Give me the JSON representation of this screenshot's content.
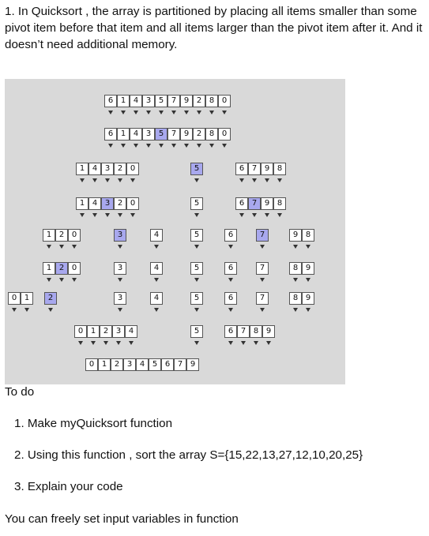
{
  "intro_text": "1. In Quicksort , the array is partitioned by placing all items smaller than some pivot item before that item and all items larger than the pivot item after it. And it doesn’t need additional memory.",
  "diagram": {
    "rows": [
      {
        "groups": [
          {
            "values": [
              "6",
              "1",
              "4",
              "3",
              "5",
              "7",
              "9",
              "2",
              "8",
              "0"
            ],
            "pivot": -1
          }
        ]
      },
      {
        "groups": [
          {
            "values": [
              "6",
              "1",
              "4",
              "3",
              "5",
              "7",
              "9",
              "2",
              "8",
              "0"
            ],
            "pivot": 4
          }
        ]
      },
      {
        "groups": [
          {
            "values": [
              "1",
              "4",
              "3",
              "2",
              "0"
            ],
            "pivot": -1
          },
          {
            "values": [
              "5"
            ],
            "pivot": 0
          },
          {
            "values": [
              "6",
              "7",
              "9",
              "8"
            ],
            "pivot": -1
          }
        ]
      },
      {
        "groups": [
          {
            "values": [
              "1",
              "4",
              "3",
              "2",
              "0"
            ],
            "pivot": 2
          },
          {
            "values": [
              "5"
            ],
            "pivot": -1
          },
          {
            "values": [
              "6",
              "7",
              "9",
              "8"
            ],
            "pivot": 1
          }
        ]
      },
      {
        "groups": [
          {
            "values": [
              "1",
              "2",
              "0"
            ],
            "pivot": -1
          },
          {
            "values": [
              "3"
            ],
            "pivot": 0
          },
          {
            "values": [
              "4"
            ],
            "pivot": -1
          },
          {
            "values": [
              "5"
            ],
            "pivot": -1
          },
          {
            "values": [
              "6"
            ],
            "pivot": -1
          },
          {
            "values": [
              "7"
            ],
            "pivot": 0
          },
          {
            "values": [
              "9",
              "8"
            ],
            "pivot": -1
          }
        ]
      },
      {
        "groups": [
          {
            "values": [
              "1",
              "2",
              "0"
            ],
            "pivot": 1
          },
          {
            "values": [
              "3"
            ],
            "pivot": -1
          },
          {
            "values": [
              "4"
            ],
            "pivot": -1
          },
          {
            "values": [
              "5"
            ],
            "pivot": -1
          },
          {
            "values": [
              "6"
            ],
            "pivot": -1
          },
          {
            "values": [
              "7"
            ],
            "pivot": -1
          },
          {
            "values": [
              "8",
              "9"
            ],
            "pivot": -1
          }
        ]
      },
      {
        "groups": [
          {
            "values": [
              "0",
              "1"
            ],
            "pivot": -1
          },
          {
            "values": [
              "2"
            ],
            "pivot": 0
          },
          {
            "values": [
              "3"
            ],
            "pivot": -1
          },
          {
            "values": [
              "4"
            ],
            "pivot": -1
          },
          {
            "values": [
              "5"
            ],
            "pivot": -1
          },
          {
            "values": [
              "6"
            ],
            "pivot": -1
          },
          {
            "values": [
              "7"
            ],
            "pivot": -1
          },
          {
            "values": [
              "8",
              "9"
            ],
            "pivot": -1
          }
        ]
      },
      {
        "groups": [
          {
            "values": [
              "0",
              "1",
              "2",
              "3",
              "4"
            ],
            "pivot": -1
          },
          {
            "values": [
              "5"
            ],
            "pivot": -1
          },
          {
            "values": [
              "6",
              "7",
              "8",
              "9"
            ],
            "pivot": -1
          }
        ]
      },
      {
        "groups": [
          {
            "values": [
              "0",
              "1",
              "2",
              "3",
              "4",
              "5",
              "6",
              "7",
              "9"
            ],
            "pivot": -1
          }
        ]
      }
    ],
    "pivot_color": "#a8a8ee"
  },
  "todo_heading": "To do",
  "todo_items": [
    "1. Make myQuicksort function",
    "2. Using this function ,   sort the array S={15,22,13,27,12,10,20,25}",
    "3. Explain your code"
  ],
  "footer_note": "You can freely set input variables in function"
}
